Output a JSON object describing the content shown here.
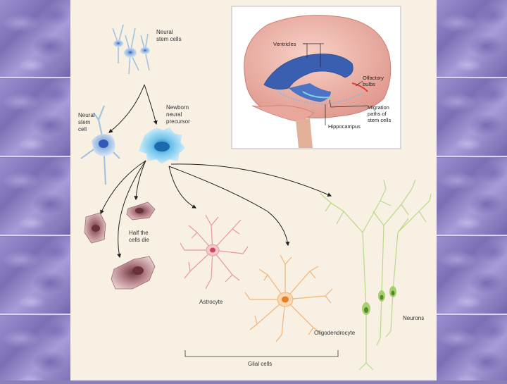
{
  "labels": {
    "neural_stem_cells_top": [
      "Neural",
      "stem cells"
    ],
    "neural_stem_cell_left": [
      "Neural",
      "stem",
      "cell"
    ],
    "newborn_precursor": [
      "Newborn",
      "neural",
      "precursor"
    ],
    "half_cells_die": [
      "Half the",
      "cells die"
    ],
    "astrocyte": "Astrocyte",
    "oligodendrocyte": "Oligodendrocyte",
    "neurons": "Neurons",
    "glial_cells": "Glial cells"
  },
  "brain_inset": {
    "ventricles": "Ventricles",
    "olfactory_bulbs": [
      "Olfactory",
      "bulbs"
    ],
    "migration_paths": [
      "Migration",
      "paths of",
      "stem cells"
    ],
    "hippocampus": "Hippocampus"
  },
  "colors": {
    "stem_cell": "#9fc0e0",
    "precursor": "#7fc9ea",
    "dying_cell": "#b07f86",
    "astrocyte": "#e8969f",
    "oligodendrocyte": "#f2b47a",
    "neuron": "#b9d98a",
    "ventricles": "#3a5fb0",
    "brain": "#f0b8ae"
  }
}
